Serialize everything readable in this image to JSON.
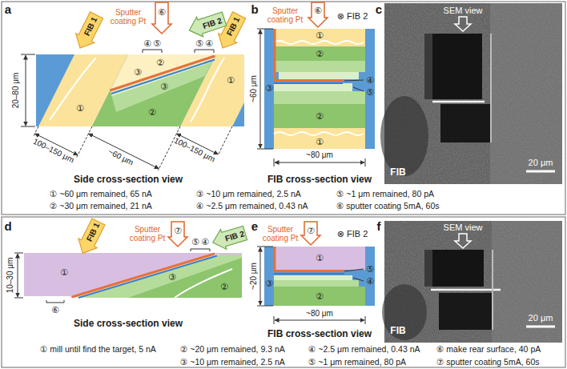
{
  "diagram": {
    "labels": [
      "a",
      "FIB 1",
      "Sputter coating Pt",
      "⑥",
      "FIB 2",
      "FIB 1",
      "④",
      "⑤",
      "⑤",
      "④",
      "②",
      "③",
      "①",
      "③",
      "②",
      "①",
      "20–80 μm",
      "100–150 μm",
      "~60 μm",
      "100–150 μm",
      "Side cross-section view",
      "① ~60 μm remained, 65 nA",
      "③ ~10 μm remained, 2.5 nA",
      "⑤ ~1 μm remained, 80 pA",
      "② ~30 μm remained, 21 nA",
      "④ ~2.5 μm remained, 0.43 nA",
      "⑥ sputter coating 5mA, 60s",
      "b",
      "Sputter coating Pt",
      "⑥",
      "⊗ FIB 2",
      "①",
      "②",
      "③",
      "④",
      "⑤",
      "②",
      "①",
      "~60 μm",
      "~80 μm",
      "FIB cross-section view",
      "c",
      "SEM view",
      "FIB",
      "20 μm",
      "d",
      "FIB 1",
      "⑦",
      "Sputter coating Pt",
      "⑤",
      "④",
      "FIB 2",
      "①",
      "③",
      "②",
      "⑥",
      "10–30 μm",
      "Side cross-section view",
      "① mill until find the target, 5 nA",
      "② ~20 μm remained, 9.3 nA",
      "④ ~2.5 μm remained, 0.43 nA",
      "⑥ make rear surface, 40 pA",
      "③ ~10 μm remained, 2.5 nA",
      "⑤ ~1 μm remained, 80 pA",
      "⑦ sputter coating 5mA, 60s",
      "e",
      "Sputter coating Pt",
      "⑦",
      "⊗ FIB 2",
      "~20 μm",
      "①",
      "⑤",
      "④",
      "③",
      "②",
      "~80 μm",
      "FIB cross-section view",
      "f",
      "SEM view",
      "FIB",
      "20 μm"
    ]
  }
}
